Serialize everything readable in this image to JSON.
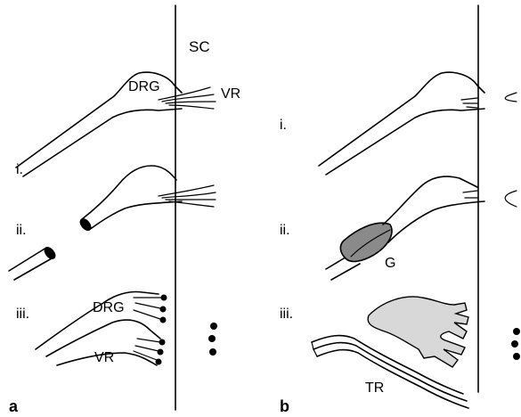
{
  "figure": {
    "panel_a": {
      "letter": "a",
      "spinal_cord_label": "SC",
      "row_labels": [
        "i.",
        "ii.",
        "iii."
      ],
      "drg_label": "DRG",
      "vr_label": "VR",
      "drg_label_iii": "DRG",
      "vr_label_iii": "VR"
    },
    "panel_b": {
      "letter": "b",
      "row_labels": [
        "i.",
        "ii.",
        "iii."
      ],
      "graft_label": "G",
      "transplant_label": "TR"
    },
    "colors": {
      "line": "#000000",
      "graft_fill": "#8a8a8a",
      "ganglion_fill": "#d8d8d8"
    }
  }
}
